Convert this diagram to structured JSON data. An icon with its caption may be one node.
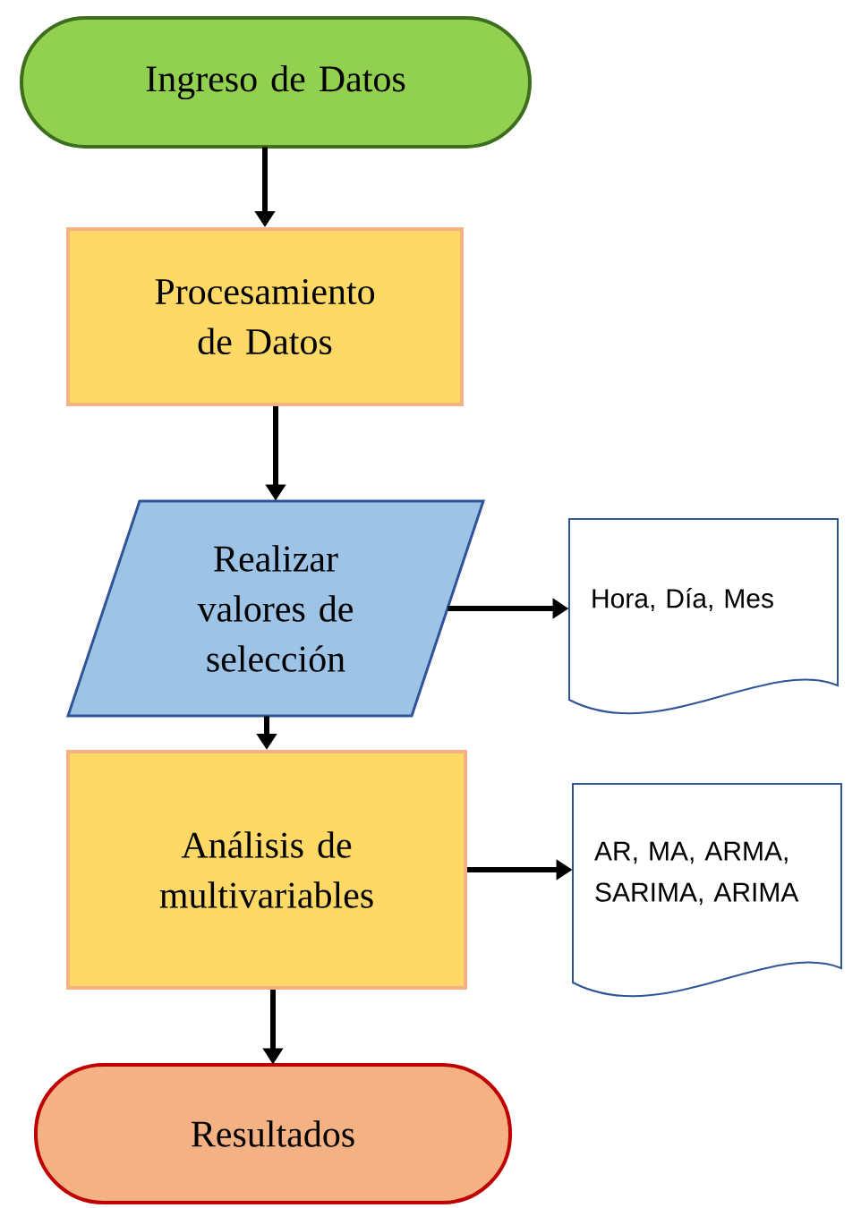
{
  "diagram": {
    "nodes": [
      {
        "text": [
          "Ingreso de Datos"
        ]
      },
      {
        "text": [
          "Procesamiento de Datos"
        ]
      },
      {
        "text": [
          "Realizar valores de selección"
        ]
      },
      {
        "text": [
          "Hora, Día, Mes"
        ]
      },
      {
        "text": [
          "Análisis de multivariables"
        ]
      },
      {
        "text": [
          "AR, MA, ARMA, SARIMA, ARIMA"
        ]
      },
      {
        "text": [
          "Resultados"
        ]
      }
    ],
    "edges": [
      {
        "from": 0,
        "to": 1,
        "arrow": "to"
      },
      {
        "from": 1,
        "to": 2,
        "arrow": "to"
      },
      {
        "from": 2,
        "to": 3,
        "arrow": "to"
      },
      {
        "from": 2,
        "to": 4,
        "arrow": "to"
      },
      {
        "from": 4,
        "to": 5,
        "arrow": "to"
      },
      {
        "from": 4,
        "to": 6,
        "arrow": "to"
      }
    ]
  }
}
